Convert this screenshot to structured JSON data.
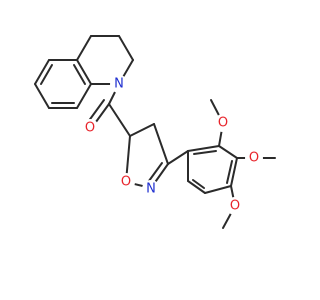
{
  "molecule": {
    "atom_labels": {
      "n_ring": "N",
      "o_carbonyl": "O",
      "o_isoxazoline": "O",
      "n_isoxazoline": "N",
      "o_methoxy_top": "O",
      "o_methoxy_mid": "O",
      "o_methoxy_bot": "O"
    },
    "colors": {
      "bond": "#2b2b2b",
      "nitrogen": "#1f2fd0",
      "oxygen": "#e8242b"
    }
  }
}
